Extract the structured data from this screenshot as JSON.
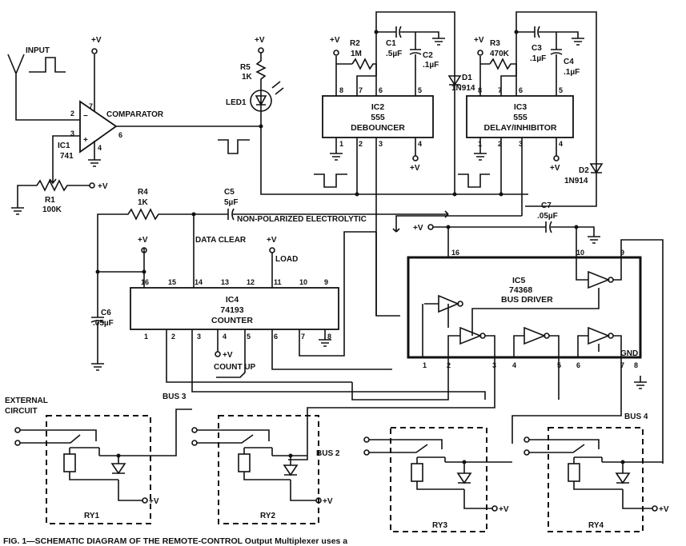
{
  "input_label": "INPUT",
  "supply": "+V",
  "gnd": "GND",
  "ic1": {
    "ref": "IC1",
    "part": "741",
    "name": "COMPARATOR",
    "pins": [
      "2",
      "3",
      "7",
      "4",
      "6"
    ],
    "minus": "−",
    "plus": "+"
  },
  "r1": {
    "ref": "R1",
    "value": "100K"
  },
  "r5": {
    "ref": "R5",
    "value": "1K"
  },
  "led1": "LED1",
  "r2": {
    "ref": "R2",
    "value": "1M"
  },
  "c1": {
    "ref": "C1",
    "value": ".5µF"
  },
  "c2": {
    "ref": "C2",
    "value": ".1µF"
  },
  "d1": {
    "ref": "D1",
    "value": "1N914"
  },
  "ic2": {
    "ref": "IC2",
    "part": "555",
    "name": "DEBOUNCER",
    "pins": [
      "8",
      "7",
      "6",
      "5",
      "1",
      "2",
      "3",
      "4"
    ]
  },
  "r3": {
    "ref": "R3",
    "value": "470K"
  },
  "c3": {
    "ref": "C3",
    "value": ".1µF"
  },
  "c4": {
    "ref": "C4",
    "value": ".1µF"
  },
  "ic3": {
    "ref": "IC3",
    "part": "555",
    "name": "DELAY/INHIBITOR",
    "pins": [
      "8",
      "7",
      "6",
      "5",
      "1",
      "2",
      "3",
      "4"
    ]
  },
  "d2": {
    "ref": "D2",
    "value": "1N914"
  },
  "r4": {
    "ref": "R4",
    "value": "1K"
  },
  "c5": {
    "ref": "C5",
    "value": "5µF",
    "note": "NON-POLARIZED ELECTROLYTIC"
  },
  "c6": {
    "ref": "C6",
    "value": ".05µF"
  },
  "c7": {
    "ref": "C7",
    "value": ".05µF"
  },
  "data_clear": "DATA CLEAR",
  "load": "LOAD",
  "count_up": "COUNT UP",
  "ic4": {
    "ref": "IC4",
    "part": "74193",
    "name": "COUNTER",
    "top_pins": [
      "16",
      "15",
      "14",
      "13",
      "12",
      "11",
      "10",
      "9"
    ],
    "bottom_pins": [
      "1",
      "2",
      "3",
      "4",
      "5",
      "6",
      "7",
      "8"
    ]
  },
  "ic5": {
    "ref": "IC5",
    "part": "74368",
    "name": "BUS DRIVER",
    "top_pins": [
      "16",
      "10",
      "9"
    ],
    "bottom_pins": [
      "1",
      "2",
      "3",
      "4",
      "5",
      "6",
      "7",
      "8"
    ]
  },
  "buses": [
    "BUS 2",
    "BUS 3",
    "BUS 4"
  ],
  "external_circuit": "EXTERNAL CIRCUIT",
  "relays": [
    "RY1",
    "RY2",
    "RY3",
    "RY4"
  ],
  "caption": "FIG. 1—SCHEMATIC DIAGRAM OF THE REMOTE-CONTROL Output Multiplexer uses a"
}
